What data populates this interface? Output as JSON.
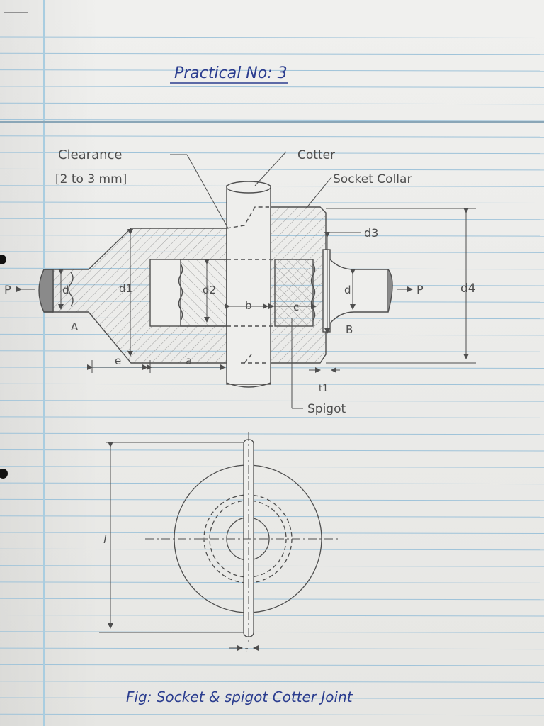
{
  "title": "Practical No: 3",
  "caption": "Fig: Socket & spigot Cotter Joint",
  "labels": {
    "clearance_line1": "Clearance",
    "clearance_line2": "[2 to 3 mm]",
    "cotter": "Cotter",
    "socket_collar": "Socket Collar",
    "spigot": "Spigot",
    "d3": "d3",
    "d4": "d4",
    "d": "d",
    "d1": "d1",
    "d2": "d2",
    "b": "b",
    "c": "c",
    "e": "e",
    "a": "a",
    "t1": "t1",
    "A": "A",
    "B": "B",
    "P_left": "P",
    "P_right": "P",
    "l": "l",
    "t": "t"
  },
  "colors": {
    "ink_blue": "#2b3d8f",
    "pencil": "#4e4e4e",
    "ruling_blue": "#9fc3d9",
    "margin_line": "#a9cde0"
  }
}
